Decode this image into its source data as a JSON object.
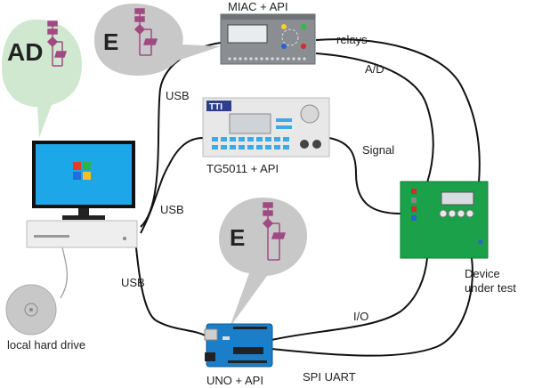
{
  "labels": {
    "miac": "MIAC + API",
    "relays": "relays",
    "ad_line": "A/D",
    "usb_top": "USB",
    "usb_mid": "USB",
    "usb_low": "USB",
    "tg_brand": "TTI",
    "tg": "TG5011 + API",
    "signal": "Signal",
    "device": "Device",
    "under_test": "under test",
    "io": "I/O",
    "spi_uart": "SPI UART",
    "uno": "UNO + API",
    "local_drive": "local hard drive"
  },
  "bubbles": {
    "pc_bubble_letter": "AD",
    "miac_bubble_letter": "E",
    "uno_bubble_letter": "E"
  },
  "colors": {
    "pc_bubble": "#cfe8cf",
    "grey_bubble": "#c8c8c8",
    "flowchart": "#a04a82",
    "monitor_screen": "#1ca7e8",
    "pcb_green": "#1aa14a",
    "uno_blue": "#1a7ec8",
    "miac_body": "#8a8d92",
    "tg_body": "#e8e8e8"
  }
}
